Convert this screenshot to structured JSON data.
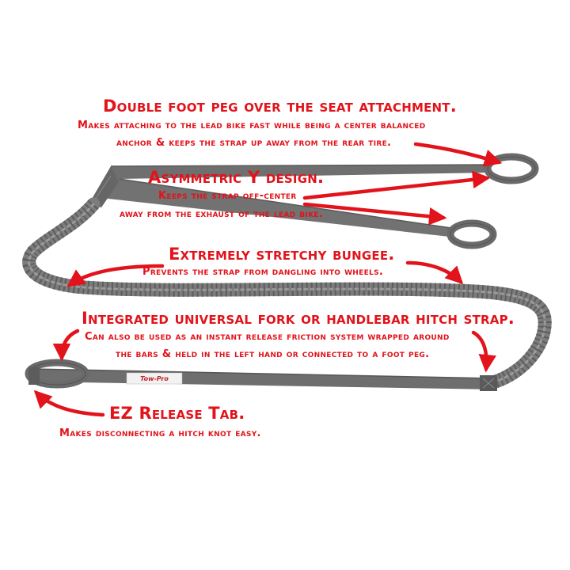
{
  "annotations": {
    "foot_peg": {
      "title": "Double foot peg over the seat attachment.",
      "line1": "Makes attaching to the lead bike fast while being a center balanced",
      "line2": "anchor & keeps the strap up away from the rear tire."
    },
    "y_design": {
      "title": "Asymmetric Y design.",
      "line1": "Keeps the strap off-center",
      "line2": "away from the exhaust of the lead bike."
    },
    "bungee": {
      "title": "Extremely stretchy bungee.",
      "line1": "Prevents the strap from dangling into wheels."
    },
    "hitch_strap": {
      "title": "Integrated universal fork or handlebar hitch strap.",
      "line1": "Can also be used as an instant release friction system wrapped around",
      "line2": "the bars & held in the left hand or connected to a foot peg."
    },
    "release_tab": {
      "title": "EZ Release Tab.",
      "line1": "Makes disconnecting a hitch knot easy."
    }
  },
  "product": {
    "label_text": "Tow-Pro"
  },
  "colors": {
    "accent_red": "#e2131b",
    "strap_gray": "#6d6d6d",
    "bungee_gray": "#7c7c7c"
  }
}
